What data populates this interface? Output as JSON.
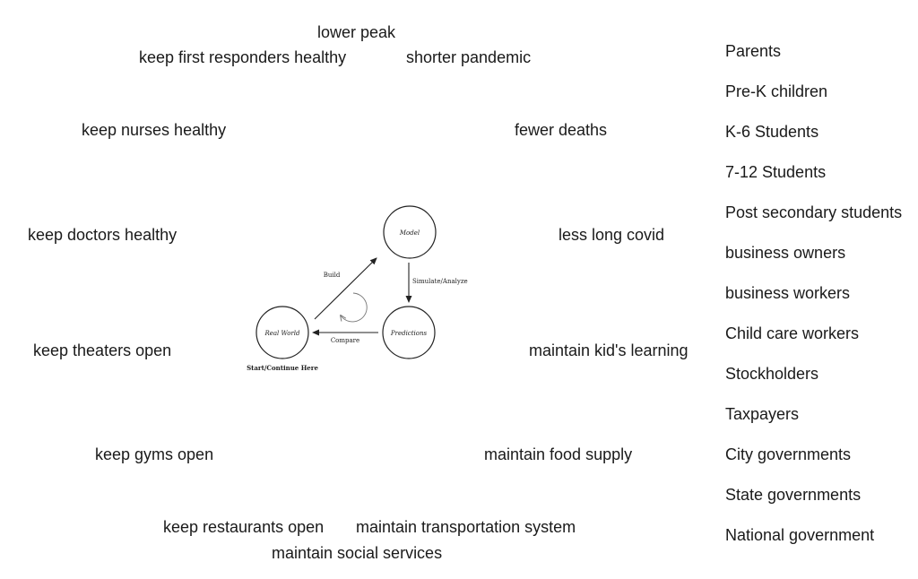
{
  "goals": {
    "lower_peak": "lower peak",
    "keep_first_responders_healthy": "keep first responders healthy",
    "shorter_pandemic": "shorter pandemic",
    "keep_nurses_healthy": "keep nurses healthy",
    "fewer_deaths": "fewer deaths",
    "keep_doctors_healthy": "keep doctors healthy",
    "less_long_covid": "less long covid",
    "keep_theaters_open": "keep theaters open",
    "maintain_kids_learning": "maintain kid's learning",
    "keep_gyms_open": "keep gyms open",
    "maintain_food_supply": "maintain food supply",
    "keep_restaurants_open": "keep restaurants open",
    "maintain_transportation_system": "maintain transportation system",
    "maintain_social_services": "maintain social services"
  },
  "stakeholders": [
    "Parents",
    "Pre-K children",
    "K-6 Students",
    "7-12 Students",
    "Post secondary students",
    "business owners",
    "business workers",
    "Child care workers",
    "Stockholders",
    "Taxpayers",
    "City governments",
    "State governments",
    "National government"
  ],
  "cycle": {
    "nodes": {
      "model": "Model",
      "predictions": "Predictions",
      "real_world": "Real World"
    },
    "edges": {
      "build": "Build",
      "simulate": "Simulate/Analyze",
      "compare": "Compare"
    },
    "start_label": "Start/Continue Here"
  }
}
